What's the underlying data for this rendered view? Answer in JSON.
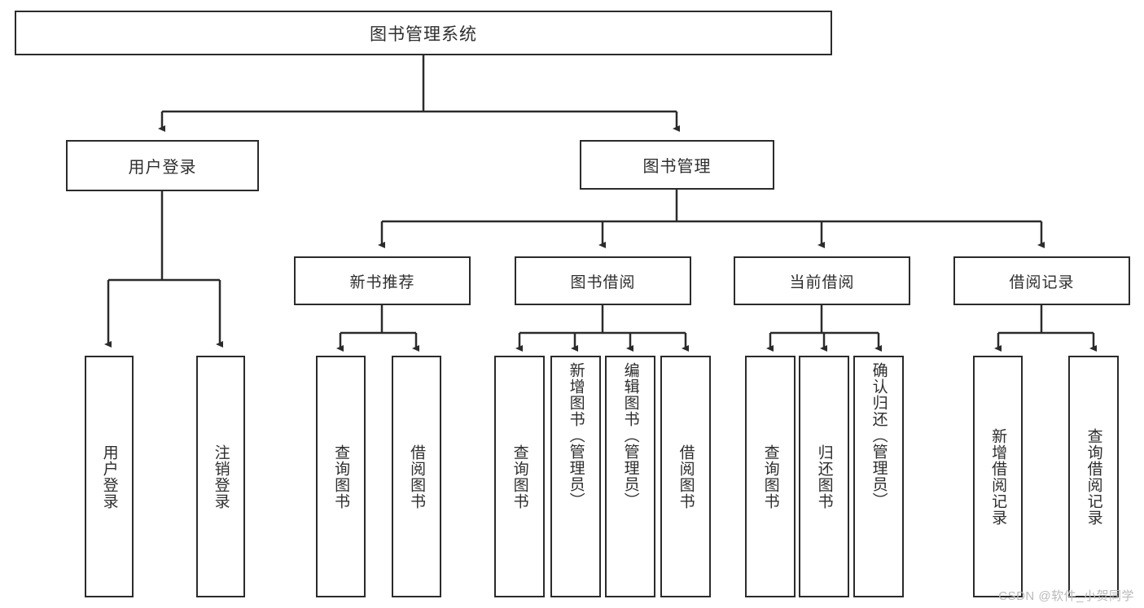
{
  "diagram": {
    "title": "图书管理系统",
    "type": "hierarchy-tree",
    "watermark": "CSDN @软件_小贺同学",
    "colors": {
      "stroke": "#2b2b2b",
      "text": "#2e2e2e",
      "background": "#ffffff",
      "watermark": "#b9b9b9"
    },
    "root": {
      "label": "图书管理系统"
    },
    "level2": [
      {
        "label": "用户登录"
      },
      {
        "label": "图书管理"
      }
    ],
    "level3": [
      {
        "label": "新书推荐"
      },
      {
        "label": "图书借阅"
      },
      {
        "label": "当前借阅"
      },
      {
        "label": "借阅记录"
      }
    ],
    "leaves": {
      "user_login": [
        {
          "label": "用户登录"
        },
        {
          "label": "注销登录"
        }
      ],
      "new_book_recommend": [
        {
          "label": "查询图书"
        },
        {
          "label": "借阅图书"
        }
      ],
      "book_borrow": [
        {
          "label": "查询图书"
        },
        {
          "label": "新增图书（管理员）"
        },
        {
          "label": "编辑图书（管理员）"
        },
        {
          "label": "借阅图书"
        }
      ],
      "current_borrow": [
        {
          "label": "查询图书"
        },
        {
          "label": "归还图书"
        },
        {
          "label": "确认归还（管理员）"
        }
      ],
      "borrow_records": [
        {
          "label": "新增借阅记录"
        },
        {
          "label": "查询借阅记录"
        }
      ]
    }
  }
}
